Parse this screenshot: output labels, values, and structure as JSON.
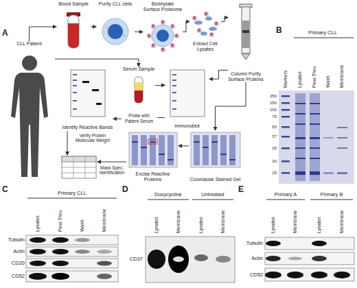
{
  "diagram": {
    "nodes": [
      {
        "text": [
          "CLL Patient"
        ]
      },
      {
        "text": [
          "Blood Sample"
        ]
      },
      {
        "text": [
          "Purify CLL cells"
        ]
      },
      {
        "text": [
          "Biotinylate Surface Proteome"
        ]
      },
      {
        "text": [
          "Extract Cell Lysates"
        ]
      },
      {
        "text": [
          "Column Purify Surface Proteins"
        ]
      },
      {
        "text": [
          "Serum Sample"
        ]
      },
      {
        "text": [
          "Identify Reactive Bands"
        ]
      },
      {
        "text": [
          "Immunoblot"
        ]
      },
      {
        "text": [
          "Excise Reactive Proteins"
        ]
      },
      {
        "text": [
          "Coomassie Stained Gel"
        ]
      }
    ],
    "edges": [
      {
        "from": 0,
        "to": 1,
        "arrow": "to"
      },
      {
        "from": 1,
        "to": 2,
        "arrow": "to"
      },
      {
        "from": 2,
        "to": 3,
        "arrow": "to"
      },
      {
        "from": 3,
        "to": 4,
        "arrow": "to"
      },
      {
        "from": 4,
        "to": 5,
        "arrow": "to"
      },
      {
        "from": 0,
        "to": 6,
        "arrow": "to"
      },
      {
        "from": 6,
        "to": 8,
        "arrow": "to"
      },
      {
        "from": 5,
        "to": 8,
        "arrow": "to"
      },
      {
        "from": 5,
        "to": 10,
        "arrow": "to"
      },
      {
        "from": 10,
        "to": 9,
        "arrow": "to"
      },
      {
        "from": 8,
        "to": 7,
        "label": "Probe with Patient Serum",
        "arrow": "to"
      }
    ],
    "labels": [
      "A",
      "Verify Protein Molecular Weight",
      "Mass Spec. Identification",
      "B",
      "B",
      "B",
      "B",
      "B",
      "B",
      "B",
      "B",
      "B",
      "B",
      "B",
      "B",
      "B",
      "B",
      "Primary CLL",
      "Markers",
      "Lysates",
      "Flow Thru",
      "Wash",
      "Membrane",
      "250",
      "150",
      "100",
      "75",
      "50",
      "37",
      "25",
      "20",
      "15",
      "C",
      "Primary CLL",
      "Lysates",
      "Flow Thru",
      "Wash",
      "Membrane",
      "Tubulin",
      "Actin",
      "CD20",
      "CD52",
      "D",
      "Doxycycline",
      "Untreated",
      "Lysates",
      "Membrane",
      "Lysates",
      "Membrane",
      "CD37",
      "E",
      "Primary A",
      "Primary B",
      "Lysates",
      "Membrane",
      "Lysates",
      "Membrane",
      "Tubulin",
      "Actin",
      "CD52"
    ]
  }
}
